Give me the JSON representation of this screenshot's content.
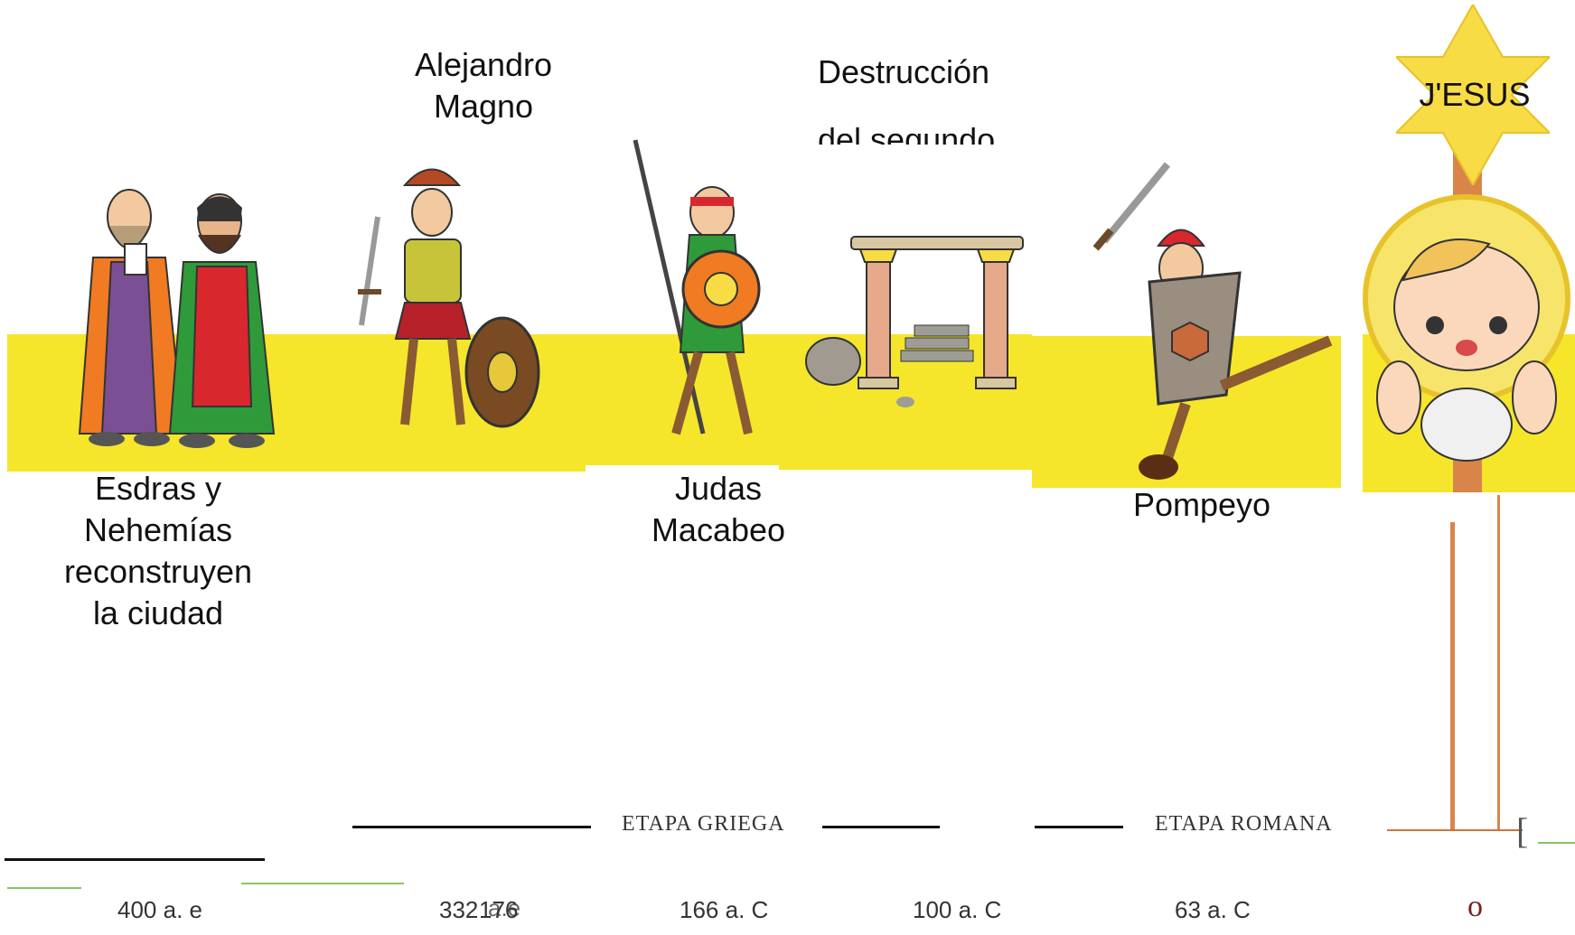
{
  "events": [
    {
      "id": "esdras",
      "label": "Esdras  y\nNehemías\nreconstruyen\nla  ciudad"
    },
    {
      "id": "alejandro",
      "label": "Alejandro\nMagno"
    },
    {
      "id": "judas",
      "label": "Judas\nMacabeo"
    },
    {
      "id": "destruccion",
      "label": "Destrucción",
      "label2": "del  segundo"
    },
    {
      "id": "pompeyo",
      "label": "Pompeyo"
    },
    {
      "id": "jesus",
      "label": "J'ESUS"
    }
  ],
  "etapas": {
    "griega": "ETAPA  GRIEGA",
    "romana": "ETAPA  ROMANA"
  },
  "years": {
    "y400": "400 a. e",
    "y332": "332",
    "y176": "176",
    "y332_suffix": "a.e",
    "y166": "166  a. C",
    "y100": "100 a. C",
    "y63": "63 a. C",
    "y0": "o"
  },
  "marker": "[",
  "colors": {
    "yellow": "#f5e62b",
    "orange": "#d9854a",
    "star": "#f7dc45",
    "line_green": "#8cc265"
  }
}
